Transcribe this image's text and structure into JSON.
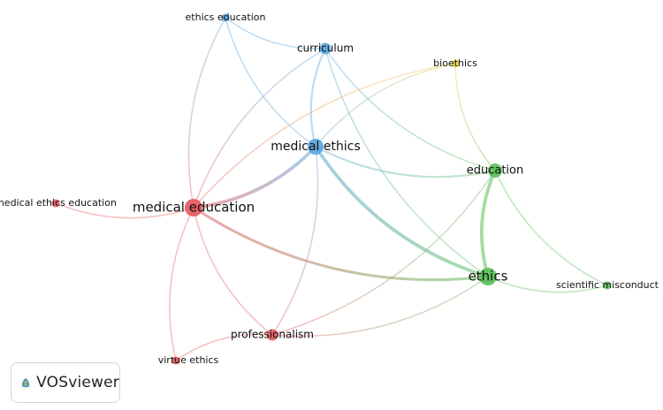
{
  "network": {
    "nodes": [
      {
        "id": "ethics-education",
        "label": "ethics education",
        "cluster": "blue",
        "weight": 1
      },
      {
        "id": "curriculum",
        "label": "curriculum",
        "cluster": "blue",
        "weight": 2
      },
      {
        "id": "bioethics",
        "label": "bioethics",
        "cluster": "yellow",
        "weight": 1
      },
      {
        "id": "medical-ethics",
        "label": "medical ethics",
        "cluster": "blue",
        "weight": 4
      },
      {
        "id": "education",
        "label": "education",
        "cluster": "green",
        "weight": 3
      },
      {
        "id": "medical-ethics-education",
        "label": "medical ethics education",
        "cluster": "red",
        "weight": 1
      },
      {
        "id": "medical-education",
        "label": "medical education",
        "cluster": "red",
        "weight": 5
      },
      {
        "id": "ethics",
        "label": "ethics",
        "cluster": "green",
        "weight": 5
      },
      {
        "id": "scientific-misconduct",
        "label": "scientific misconduct",
        "cluster": "green",
        "weight": 1
      },
      {
        "id": "professionalism",
        "label": "professionalism",
        "cluster": "red",
        "weight": 2
      },
      {
        "id": "virtue-ethics",
        "label": "virtue ethics",
        "cluster": "red",
        "weight": 1
      }
    ],
    "edges": [
      {
        "source": "medical-education",
        "target": "medical-ethics",
        "strength": 4
      },
      {
        "source": "medical-education",
        "target": "ethics",
        "strength": 3
      },
      {
        "source": "medical-ethics",
        "target": "ethics",
        "strength": 4
      },
      {
        "source": "education",
        "target": "ethics",
        "strength": 4
      },
      {
        "source": "medical-ethics",
        "target": "education",
        "strength": 2
      },
      {
        "source": "curriculum",
        "target": "medical-ethics",
        "strength": 2
      },
      {
        "source": "curriculum",
        "target": "medical-education",
        "strength": 1
      },
      {
        "source": "curriculum",
        "target": "education",
        "strength": 1
      },
      {
        "source": "curriculum",
        "target": "ethics",
        "strength": 1
      },
      {
        "source": "ethics-education",
        "target": "curriculum",
        "strength": 1
      },
      {
        "source": "ethics-education",
        "target": "medical-ethics",
        "strength": 1
      },
      {
        "source": "ethics-education",
        "target": "medical-education",
        "strength": 1
      },
      {
        "source": "bioethics",
        "target": "medical-education",
        "strength": 1
      },
      {
        "source": "bioethics",
        "target": "education",
        "strength": 1
      },
      {
        "source": "bioethics",
        "target": "medical-ethics",
        "strength": 1
      },
      {
        "source": "medical-ethics-education",
        "target": "medical-education",
        "strength": 1
      },
      {
        "source": "medical-education",
        "target": "professionalism",
        "strength": 1
      },
      {
        "source": "medical-education",
        "target": "virtue-ethics",
        "strength": 1
      },
      {
        "source": "professionalism",
        "target": "virtue-ethics",
        "strength": 1
      },
      {
        "source": "professionalism",
        "target": "ethics",
        "strength": 1
      },
      {
        "source": "professionalism",
        "target": "medical-ethics",
        "strength": 1
      },
      {
        "source": "professionalism",
        "target": "education",
        "strength": 1
      },
      {
        "source": "ethics",
        "target": "scientific-misconduct",
        "strength": 1
      },
      {
        "source": "education",
        "target": "scientific-misconduct",
        "strength": 1
      }
    ],
    "cluster_colors": {
      "red": "#e45a5f",
      "blue": "#5aa6dd",
      "green": "#5cbf5a",
      "yellow": "#e8d84a"
    }
  },
  "brand": {
    "name": "VOSviewer",
    "icon": "vosviewer-logo-icon"
  }
}
